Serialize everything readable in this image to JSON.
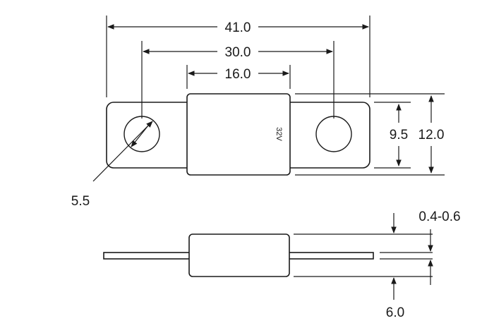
{
  "dimensions": {
    "overall_length": "41.0",
    "hole_spacing": "30.0",
    "body_width": "16.0",
    "inner_height": "9.5",
    "outer_height": "12.0",
    "hole_diameter": "5.5",
    "tab_thickness": "0.4-0.6",
    "body_thickness": "6.0"
  },
  "fuse_marking": "32V",
  "colors": {
    "line": "#1a1a1a",
    "background": "#ffffff"
  }
}
